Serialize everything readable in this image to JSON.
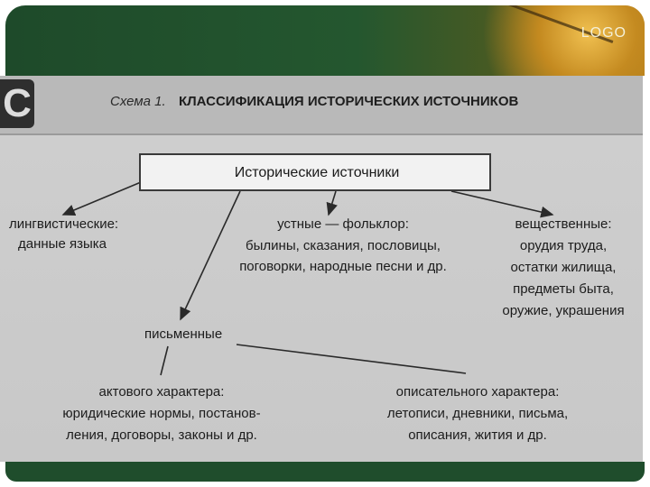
{
  "header": {
    "logo": "LOGO"
  },
  "corner_letter": "C",
  "scheme": {
    "label": "Схема 1.",
    "title": "КЛАССИФИКАЦИЯ ИСТОРИЧЕСКИХ ИСТОЧНИКОВ"
  },
  "root": "Исторические источники",
  "branches": {
    "linguistic": {
      "title": "лингвистические:",
      "lines": [
        "данные языка"
      ]
    },
    "oral": {
      "title": "устные — фольклор:",
      "lines": [
        "былины, сказания, пословицы,",
        "поговорки, народные песни и др."
      ]
    },
    "material": {
      "title": "вещественные:",
      "lines": [
        "орудия труда,",
        "остатки жилища,",
        "предметы быта,",
        "оружие, украшения"
      ]
    },
    "written": {
      "title": "письменные"
    }
  },
  "written_children": {
    "act": {
      "title": "актового характера:",
      "lines": [
        "юридические нормы, постанов-",
        "ления, договоры, законы и др."
      ]
    },
    "descriptive": {
      "title": "описательного характера:",
      "lines": [
        "летописи, дневники, письма,",
        "описания, жития и др."
      ]
    }
  }
}
